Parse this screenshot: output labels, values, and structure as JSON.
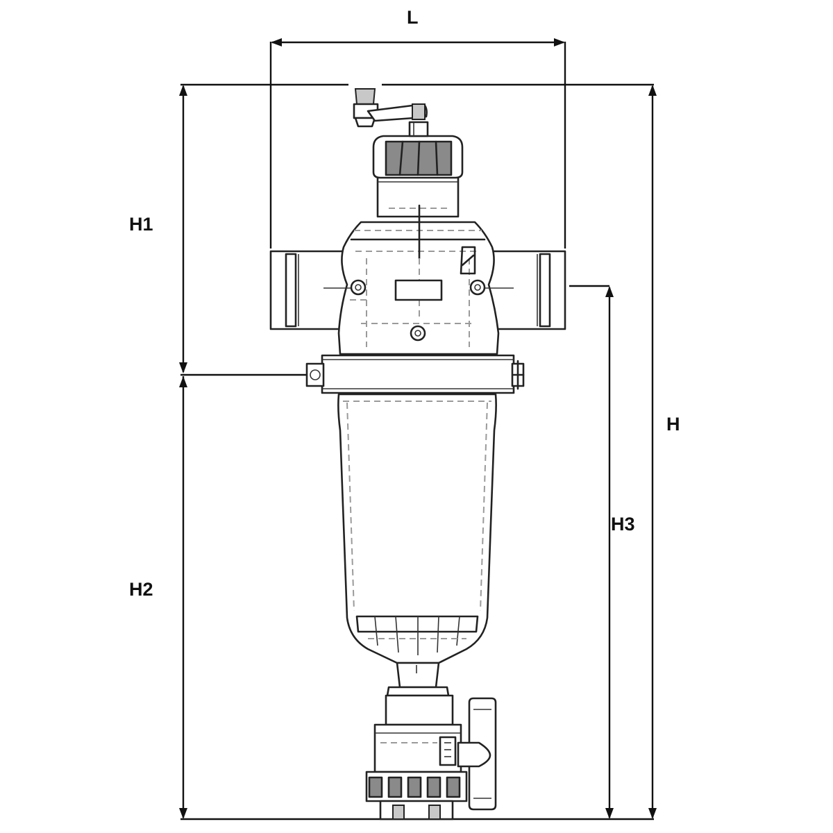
{
  "diagram": {
    "dimension_labels": {
      "length": "L",
      "height_top": "H1",
      "height_bottom": "H2",
      "height_outlet": "H3",
      "height_total": "H"
    }
  }
}
